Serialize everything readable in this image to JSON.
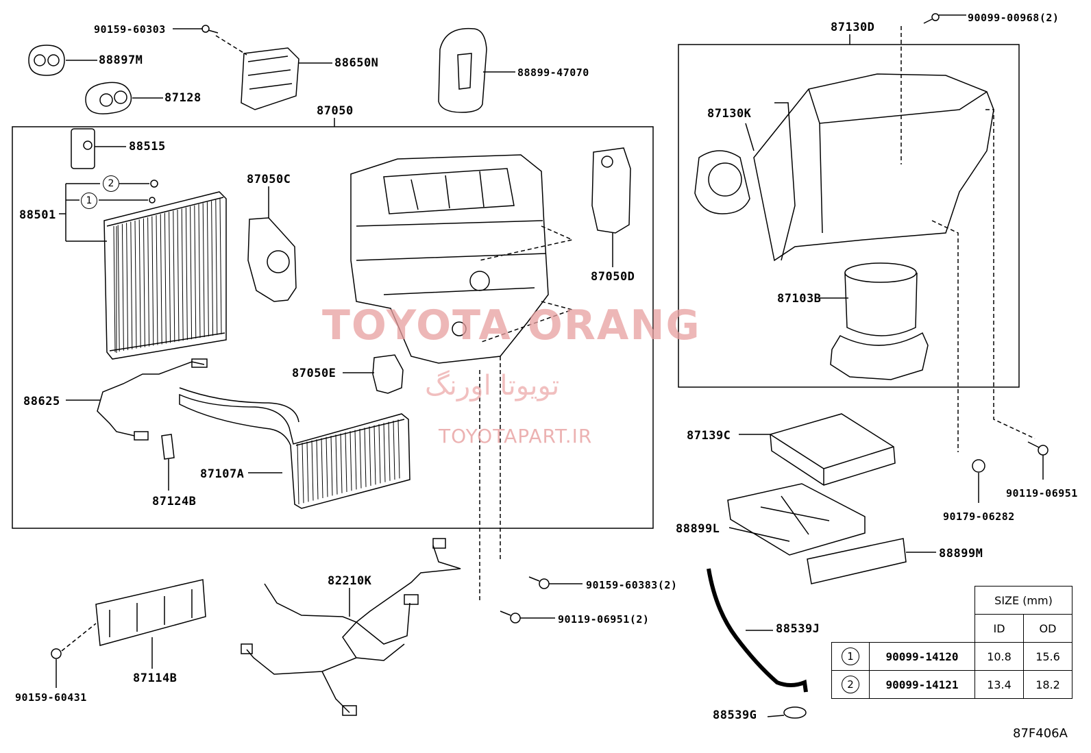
{
  "diagram": {
    "reference_code": "87F406A",
    "watermark": {
      "brand": "TOYOTA ORANG",
      "persian": "تویوتا اورنگ",
      "site": "TOYOTAPART.IR"
    },
    "parts": {
      "p90159_60303": "90159-60303",
      "p88897M": "88897M",
      "p87128": "87128",
      "p88650N": "88650N",
      "p88899_47070": "88899-47070",
      "p87050": "87050",
      "p88515": "88515",
      "p88501": "88501",
      "p87050C": "87050C",
      "p87050D": "87050D",
      "p87050E": "87050E",
      "p88625": "88625",
      "p87124B": "87124B",
      "p87107A": "87107A",
      "p87130D": "87130D",
      "p90099_00968": "90099-00968(2)",
      "p87130K": "87130K",
      "p87103B": "87103B",
      "p87139C": "87139C",
      "p88899L": "88899L",
      "p88899M": "88899M",
      "p90119_06951": "90119-06951",
      "p90179_06282": "90179-06282",
      "p90159_60383": "90159-60383(2)",
      "p90119_06951_2": "90119-06951(2)",
      "p82210K": "82210K",
      "p87114B": "87114B",
      "p90159_60431": "90159-60431",
      "p88539J": "88539J",
      "p88539G": "88539G"
    },
    "callouts": {
      "c1": "1",
      "c2": "2"
    },
    "size_table": {
      "header": "SIZE (mm)",
      "col_id": "ID",
      "col_od": "OD",
      "rows": [
        {
          "mark": "1",
          "part": "90099-14120",
          "id": "10.8",
          "od": "15.6"
        },
        {
          "mark": "2",
          "part": "90099-14121",
          "id": "13.4",
          "od": "18.2"
        }
      ]
    }
  }
}
